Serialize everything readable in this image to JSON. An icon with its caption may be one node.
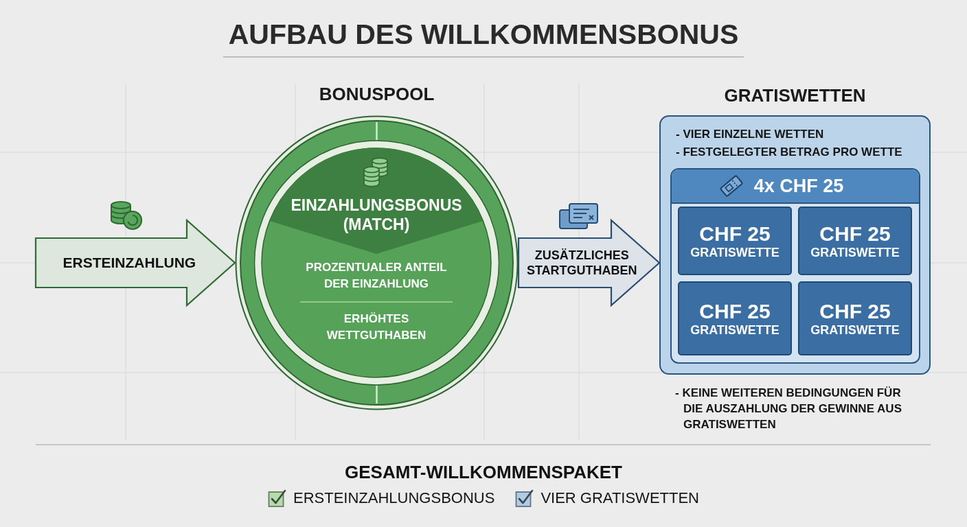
{
  "diagram": {
    "title": "AUFBAU DES WILLKOMMENSBONUS",
    "nodes": [
      {
        "text": [
          "BONUSPOOL"
        ]
      },
      {
        "text": [
          "EINZAHLUNGSBONUS (MATCH)",
          "PROZENTUALER ANTEIL DER EINZAHLUNG",
          "ERHÖHTES WETTGUTHABEN"
        ],
        "in": 0
      },
      {
        "text": [
          "GRATISWETTEN",
          "- VIER EINZELNE WETTEN",
          "- FESTGELEGTER BETRAG PRO WETTE"
        ],
        "beside": [
          "- KEINE WEITEREN BEDINGUNGEN FÜR DIE AUSZAHLUNG DER GEWINNE AUS GRATISWETTEN"
        ]
      },
      {
        "text": [
          "4x CHF 25"
        ],
        "in": 2
      },
      {
        "text": [
          "CHF 25",
          "GRATISWETTE"
        ],
        "in": 3
      },
      {
        "text": [
          "CHF 25",
          "GRATISWETTE"
        ],
        "in": 3
      },
      {
        "text": [
          "CHF 25",
          "GRATISWETTE"
        ],
        "in": 3
      },
      {
        "text": [
          "CHF 25",
          "GRATISWETTE"
        ],
        "in": 3
      }
    ],
    "edges": [
      {
        "from": null,
        "to": 0,
        "arrow": "to",
        "label": "ERSTEINZAHLUNG",
        "color": "#2e6b32"
      },
      {
        "from": 0,
        "to": 2,
        "arrow": "to",
        "label": "ZUSÄTZLICHES STARTGUTHABEN",
        "color": "#2a4d72"
      }
    ],
    "labels": [
      "GESAMT-WILLKOMMENSPAKET"
    ],
    "legend": [
      {
        "text": "ERSTEINZAHLUNGSBONUS",
        "color": "#b5dcac"
      },
      {
        "text": "VIER GRATISWETTEN",
        "color": "#b0cbe6"
      }
    ]
  }
}
